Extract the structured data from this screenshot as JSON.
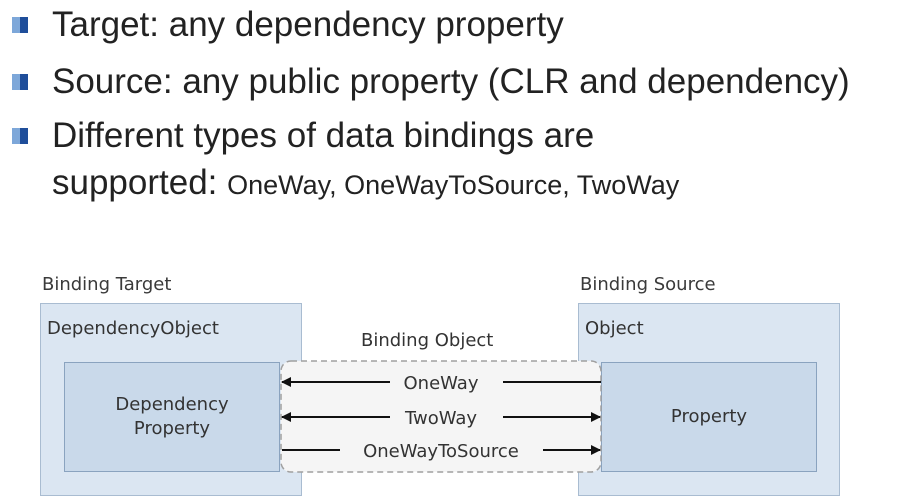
{
  "bullets": [
    {
      "text": "Target: any dependency property"
    },
    {
      "text": "Source: any public property (CLR and dependency)"
    },
    {
      "line1": "Different types of data bindings are",
      "line2_prefix": "supported: ",
      "line2_small": "OneWay, OneWayToSource, TwoWay"
    }
  ],
  "diagram": {
    "target_label": "Binding Target",
    "source_label": "Binding Source",
    "target_title": "DependencyObject",
    "source_title": "Object",
    "target_inner_line1": "Dependency",
    "target_inner_line2": "Property",
    "source_inner": "Property",
    "binding_object_label": "Binding Object",
    "modes": [
      "OneWay",
      "TwoWay",
      "OneWayToSource"
    ]
  },
  "colors": {
    "bullet_light": "#7da7d9",
    "bullet_dark": "#1f4e9a",
    "outer_box": "#dbe6f2",
    "inner_box": "#c9d9ea"
  }
}
